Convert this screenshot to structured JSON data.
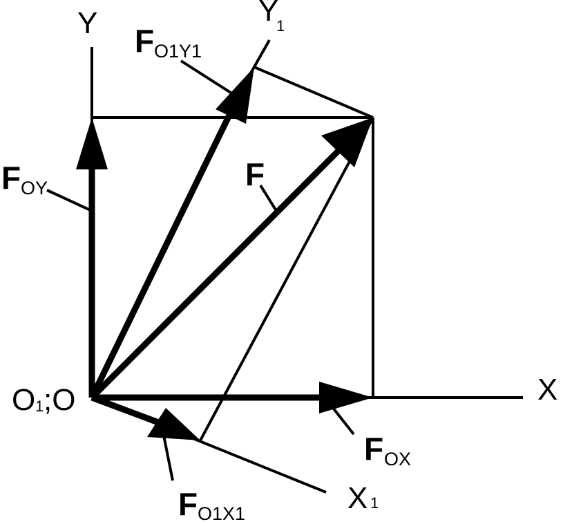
{
  "axes": {
    "y": "Y",
    "y1_main": "Y",
    "y1_sub": "1",
    "x": "X",
    "x1_main": "X",
    "x1_sub": "1",
    "origin_main": "O",
    "origin_sub": "1",
    "origin_rest": ";O"
  },
  "forces": {
    "f": "F",
    "foy_main": "F",
    "foy_sub": "OY",
    "fox_main": "F",
    "fox_sub": "OX",
    "fo1y1_main": "F",
    "fo1y1_sub": "O1Y1",
    "fo1x1_main": "F",
    "fo1x1_sub": "O1X1"
  },
  "colors": {
    "ink": "#000000",
    "background": "#ffffff"
  }
}
